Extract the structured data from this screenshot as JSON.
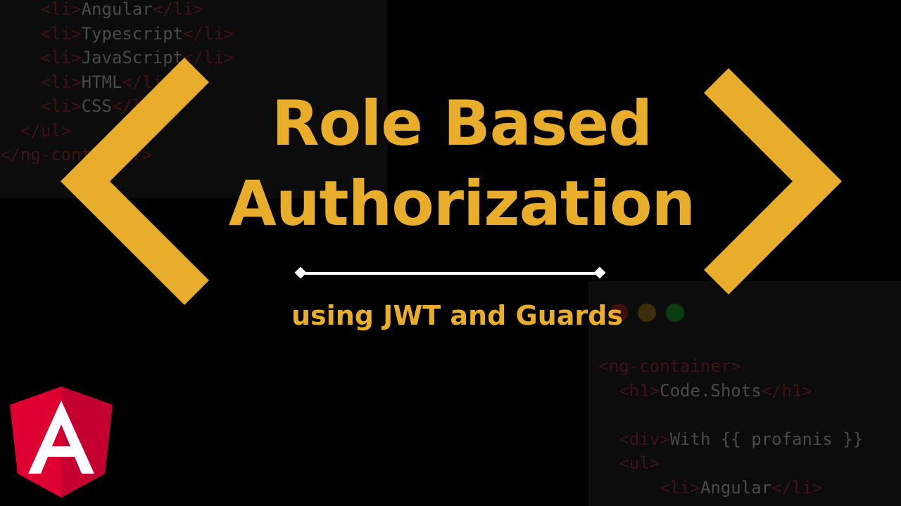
{
  "title": {
    "line1": "Role Based",
    "line2": "Authorization"
  },
  "subtitle": "using JWT and Guards",
  "colors": {
    "accent": "#e8ad2b",
    "background": "#000000",
    "angular_red": "#dd0031",
    "angular_dark_red": "#c3002f"
  },
  "code_top": {
    "lines": [
      {
        "indent": "    ",
        "open": "<li>",
        "text": "Angular",
        "close": "</li>"
      },
      {
        "indent": "    ",
        "open": "<li>",
        "text": "Typescript",
        "close": "</li>"
      },
      {
        "indent": "    ",
        "open": "<li>",
        "text": "JavaScript",
        "close": "</li>"
      },
      {
        "indent": "    ",
        "open": "<li>",
        "text": "HTML",
        "close": "</li>"
      },
      {
        "indent": "    ",
        "open": "<li>",
        "text": "CSS",
        "close": "</li>"
      },
      {
        "indent": "  ",
        "open": "</ul>",
        "text": "",
        "close": ""
      },
      {
        "indent": "",
        "open": "</ng-container>",
        "text": "",
        "close": ""
      }
    ]
  },
  "code_bottom": {
    "lines": [
      {
        "indent": " ",
        "open": "<ng-container>",
        "text": "",
        "close": ""
      },
      {
        "indent": "   ",
        "open": "<h1>",
        "text": "Code.Shots",
        "close": "</h1>"
      },
      {
        "indent": "",
        "open": "",
        "text": "",
        "close": ""
      },
      {
        "indent": "   ",
        "open": "<div>",
        "text": "With {{ profanis }}",
        "close": ""
      },
      {
        "indent": "   ",
        "open": "<ul>",
        "text": "",
        "close": ""
      },
      {
        "indent": "       ",
        "open": "<li>",
        "text": "Angular",
        "close": "</li>"
      }
    ]
  },
  "icons": {
    "left": "left-chevron-icon",
    "right": "right-chevron-icon",
    "logo": "angular-logo-icon",
    "window_dots": "window-controls-icon"
  }
}
